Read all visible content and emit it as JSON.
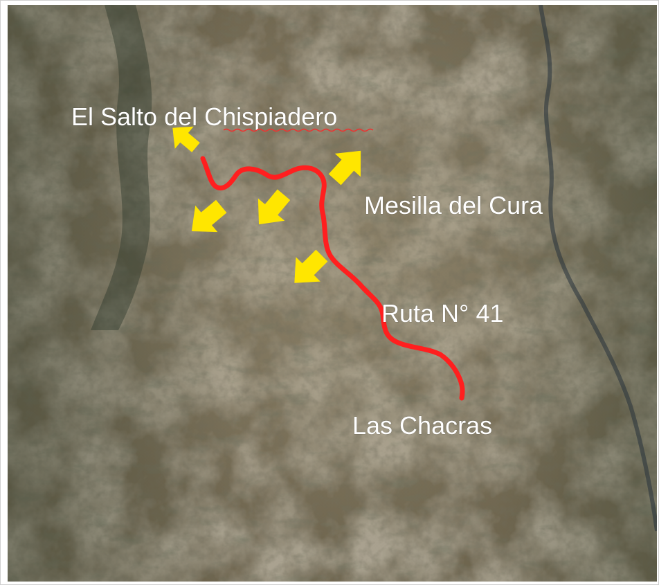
{
  "map": {
    "labels": {
      "salto": "El Salto del Chispiadero",
      "mesilla": "Mesilla del Cura",
      "ruta": "Ruta N° 41",
      "chacras": "Las Chacras"
    },
    "colors": {
      "route": "#ff1f1f",
      "arrows": "#ffe600",
      "label_text": "#ffffff",
      "spellcheck_underline": "#e53935"
    },
    "icons": {
      "arrow": "yellow-direction-arrow-icon",
      "route": "red-route-line"
    }
  }
}
